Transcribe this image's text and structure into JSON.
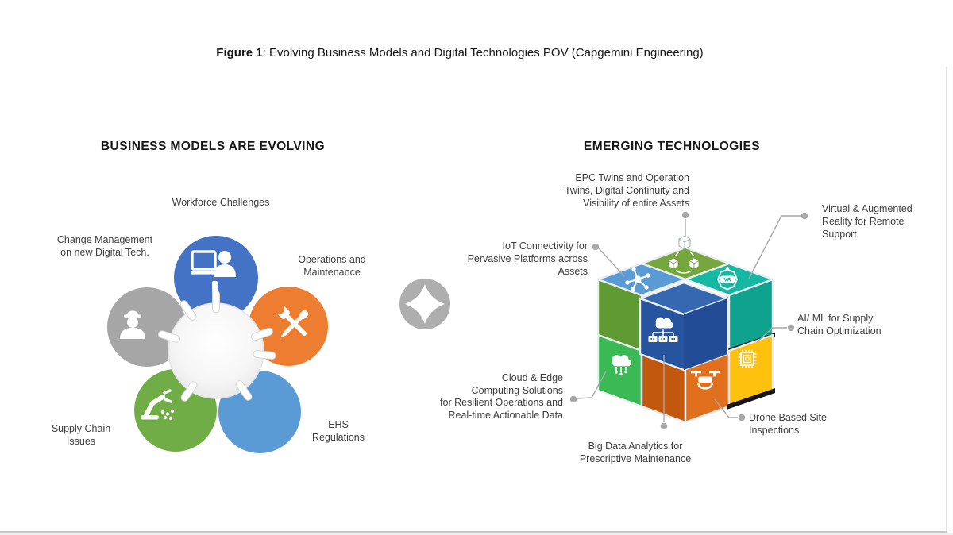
{
  "caption": {
    "prefix": "Figure 1",
    "text": ": Evolving Business Models and Digital Technologies POV (Capgemini Engineering)"
  },
  "left_panel": {
    "title": "BUSINESS MODELS ARE EVOLVING",
    "labels": {
      "workforce": "Workforce Challenges",
      "change_mgmt": "Change Management\non new Digital Tech.",
      "operations": "Operations and\nMaintenance",
      "supply_chain": "Supply Chain\nIssues",
      "ehs": "EHS\nRegulations"
    },
    "petals": [
      {
        "name": "workforce-challenges",
        "color": "#4472c4",
        "icon": "person-at-computer-icon"
      },
      {
        "name": "change-management",
        "color": "#a6a6a6",
        "icon": "worker-icon"
      },
      {
        "name": "operations-maintenance",
        "color": "#ed7d31",
        "icon": "crossed-tools-icon"
      },
      {
        "name": "supply-chain-issues",
        "color": "#70ad47",
        "icon": "robot-arm-icon"
      },
      {
        "name": "ehs-regulations",
        "color": "#5b9bd5",
        "icon": null
      }
    ]
  },
  "connector": {
    "icon": "four-point-star-icon",
    "color": "#aeaeae"
  },
  "right_panel": {
    "title": "EMERGING TECHNOLOGIES",
    "labels": {
      "epc": "EPC Twins and Operation\nTwins, Digital Continuity and\nVisibility of entire Assets",
      "vr": "Virtual & Augmented\nReality for Remote\nSupport",
      "iot": "IoT Connectivity for\nPervasive Platforms across\nAssets",
      "aiml": "AI/ ML for Supply\nChain Optimization",
      "cloud": "Cloud & Edge\nComputing Solutions\nfor Resilient Operations and\nReal-time Actionable Data",
      "drone": "Drone Based Site\nInspections",
      "bigdata": "Big Data Analytics for\nPrescriptive Maintenance"
    },
    "vr_goggles_text": "VR",
    "cube_tiles": [
      {
        "name": "iot-tile",
        "color": "#5b9bd5",
        "icon": "network-molecule-icon"
      },
      {
        "name": "epc-twins-tile",
        "color": "#75a73e",
        "icon": "linked-cubes-icon"
      },
      {
        "name": "vr-tile",
        "color": "#14b8a3",
        "icon": "vr-headset-icon"
      },
      {
        "name": "big-data-tile",
        "color": "#27549f",
        "icon": "cloud-network-icon"
      },
      {
        "name": "cloud-edge-tile",
        "color": "#3bb954",
        "icon": "cloud-edge-icon"
      },
      {
        "name": "drone-tile",
        "color": "#e06f1e",
        "icon": "drone-icon"
      },
      {
        "name": "ai-ml-tile",
        "color": "#fdc10e",
        "icon": "chip-icon"
      }
    ]
  },
  "colors": {
    "heading": "#161616",
    "text": "#3d3d3d",
    "leader": "#a8a8a8",
    "petal_blue": "#4472c4",
    "petal_gray": "#a6a6a6",
    "petal_orange": "#ed7d31",
    "petal_green": "#70ad47",
    "petal_lightblue": "#5b9bd5",
    "connector": "#aeaeae",
    "cube_green_top": "#75a73e",
    "cube_lightblue": "#5b9bd5",
    "cube_teal": "#14b8a3",
    "cube_teal_side": "#0fa28f",
    "cube_teal_dark": "#0b8576",
    "cube_green_left": "#5f9a33",
    "cube_green_dark": "#47791f",
    "cube_green_cloud": "#3bb954",
    "cube_blue_top": "#3568b1",
    "cube_blue_front": "#27549f",
    "cube_blue_front2": "#224c95",
    "cube_orange": "#e06f1e",
    "cube_orange_dark": "#c1580e",
    "cube_yellow": "#fdc10e"
  }
}
